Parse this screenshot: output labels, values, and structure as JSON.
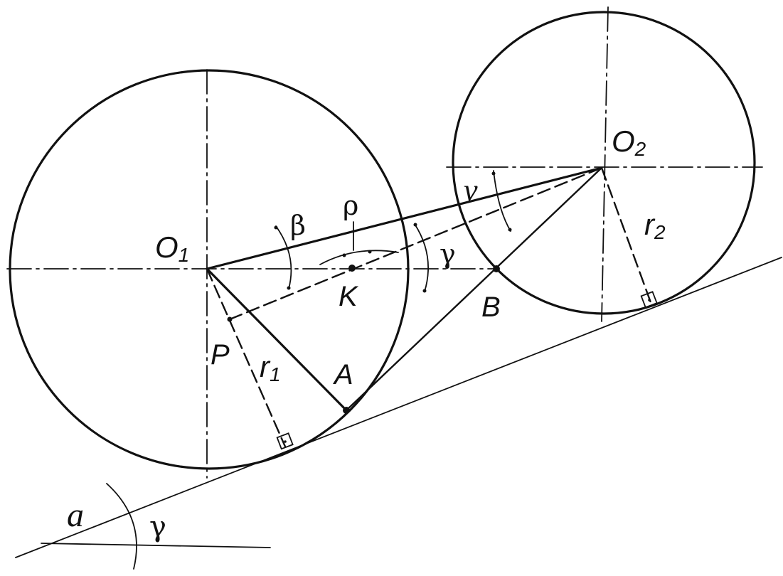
{
  "labels": {
    "o1": "O",
    "o1_sub": "1",
    "o2": "O",
    "o2_sub": "2",
    "k": "K",
    "p": "P",
    "a": "A",
    "b": "B",
    "r1": "r",
    "r1_sub": "1",
    "r2": "r",
    "r2_sub": "2",
    "beta": "β",
    "rho": "ρ",
    "gamma": "γ",
    "nu": "ν",
    "a_lower": "a",
    "gamma_bottom": "γ"
  }
}
